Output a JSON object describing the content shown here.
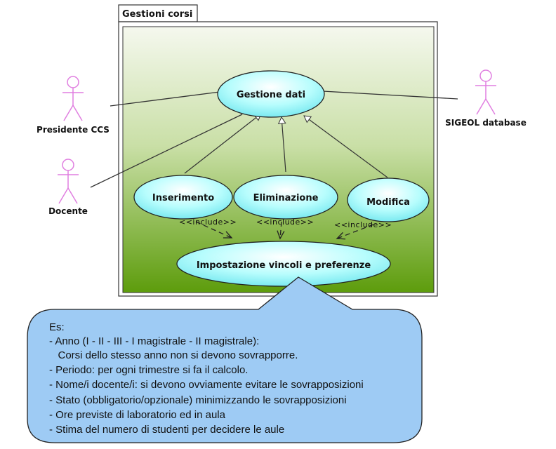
{
  "package": {
    "title": "Gestioni corsi"
  },
  "actors": {
    "presidente": "Presidente CCS",
    "docente": "Docente",
    "sigeol": "SIGEOL database"
  },
  "use_cases": {
    "gestione_dati": "Gestione dati",
    "inserimento": "Inserimento",
    "eliminazione": "Eliminazione",
    "modifica": "Modifica",
    "impostazione": "Impostazione vincoli e preferenze"
  },
  "relations": {
    "include_label": "<<include>>"
  },
  "note": {
    "lines": [
      "Es:",
      "- Anno (I - II - III - I magistrale - II magistrale):",
      "   Corsi dello stesso anno non si devono sovrapporre.",
      "- Periodo: per ogni trimestre si fa il calcolo.",
      "- Nome/i docente/i: si devono ovviamente evitare le sovrapposizioni",
      "- Stato (obbligatorio/opzionale) minimizzando le sovrapposizioni",
      "- Ore previste di laboratorio ed in aula",
      "- Stima del numero di studenti per decidere le aule"
    ]
  },
  "colors": {
    "actor": "#e58be5",
    "usecase_fill": "#9ffcfc",
    "package_top": "#f4f8ea",
    "package_bottom": "#5a9a0a",
    "note_fill": "#9ecbf4"
  }
}
